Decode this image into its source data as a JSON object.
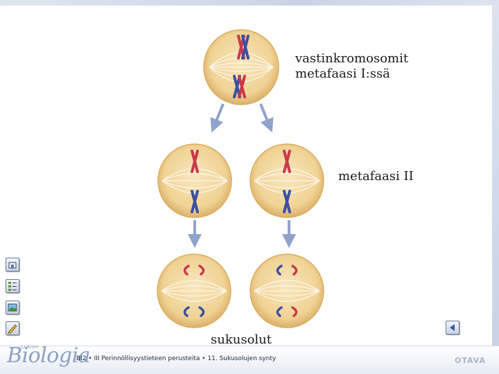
{
  "labels": {
    "metaphase1": "vastinkromosomit metafaasi I:ssä",
    "metaphase1_line1": "vastinkromosomit",
    "metaphase1_line2": "metafaasi I:ssä",
    "metaphase2": "metafaasi II",
    "gametes": "sukusolut"
  },
  "branding": {
    "logo_small": "Lukion",
    "logo_big": "Biologia",
    "publisher": "OTAVA"
  },
  "footer": {
    "text": "BI2 • III Perinnöllisyystieteen perusteita • 11. Sukusolujen synty"
  },
  "toolbar": {
    "icons": [
      "home-icon",
      "list-icon",
      "image-icon",
      "pencil-icon"
    ],
    "back_icon": "play-back-icon"
  },
  "colors": {
    "cell_fill": "#f1d69a",
    "cell_edge": "#d9ae5f",
    "chromosome_red": "#c8384a",
    "chromosome_blue": "#3c4fa0",
    "arrow": "#8fa3cc",
    "spindle": "#fbf5e6"
  }
}
